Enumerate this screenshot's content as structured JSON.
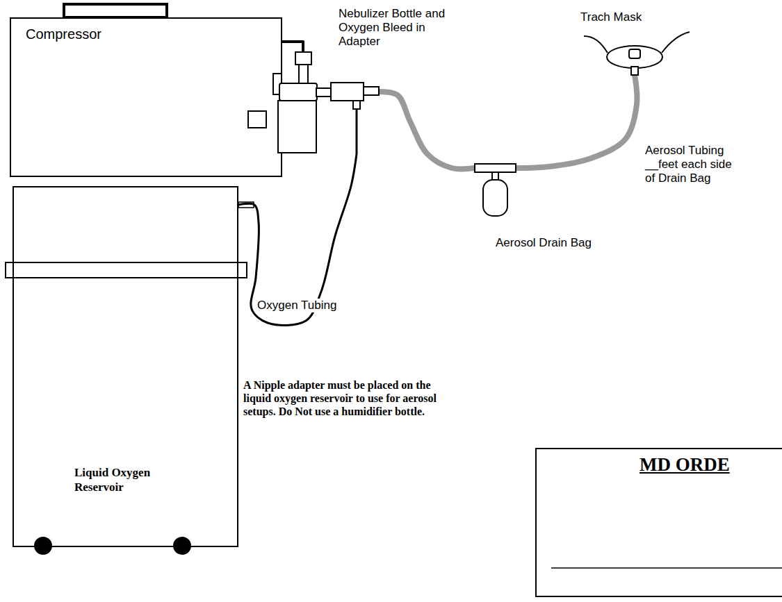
{
  "diagram": {
    "nodes": [
      {
        "text": [
          "Compressor"
        ]
      },
      {
        "text": [
          "Nebulizer Bottle and Oxygen Bleed in Adapter"
        ]
      },
      {
        "text": [
          "Trach Mask"
        ]
      },
      {
        "text": [
          "Aerosol Drain Bag"
        ]
      },
      {
        "text": [
          "Liquid Oxygen Reservoir"
        ]
      },
      {
        "text": [
          "MD ORDE"
        ]
      }
    ],
    "edges": [
      {
        "from": 0,
        "to": 1,
        "arrow": "none"
      },
      {
        "from": 1,
        "to": 3,
        "arrow": "none"
      },
      {
        "from": 3,
        "to": 2,
        "arrow": "none"
      },
      {
        "from": 4,
        "to": 1,
        "label": "Oxygen Tubing",
        "arrow": "none"
      }
    ],
    "labels": [
      "Aerosol Tubing __feet each side of Drain Bag",
      "A Nipple adapter must be placed on the liquid oxygen reservoir to use for aerosol setups. Do Not use a humidifier bottle."
    ]
  }
}
